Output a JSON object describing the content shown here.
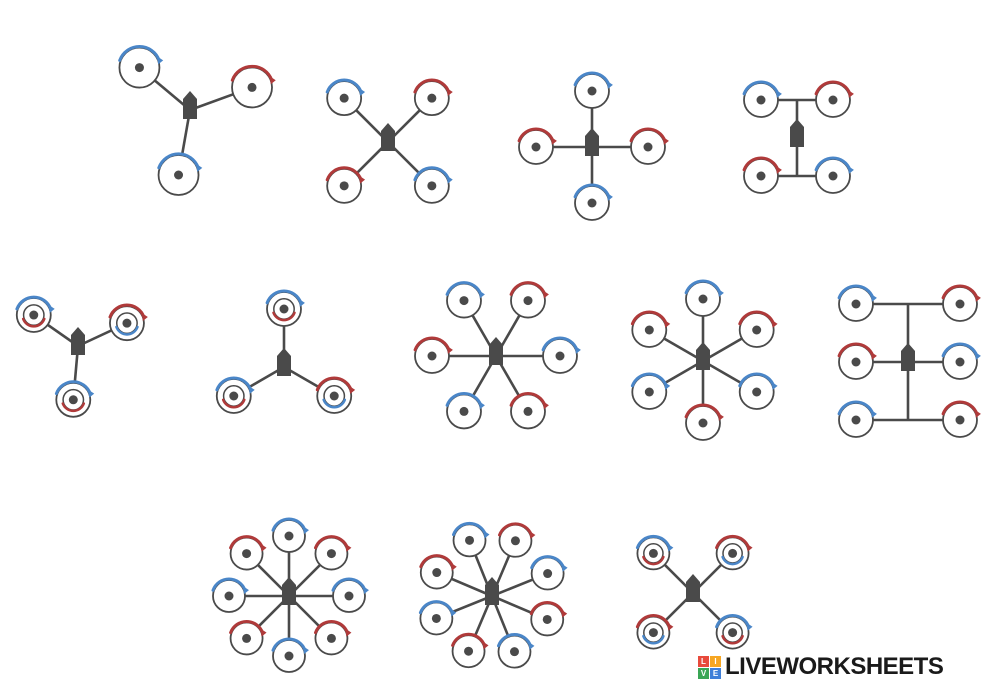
{
  "colors": {
    "frame": "#4a4a4a",
    "rotor_ring": "#4a4a4a",
    "cw_arrow": "#b03a3a",
    "ccw_arrow": "#4a86c8",
    "brand_text": "#1a1a1a",
    "brand_tiles": [
      "#e84a3c",
      "#f6a623",
      "#3aa655",
      "#3f7fd8"
    ]
  },
  "brand": {
    "name": "LIVEWORKSHEETS",
    "mark_letters": [
      "L",
      "I",
      "V",
      "E"
    ]
  },
  "diagrams": [
    {
      "id": "tricopter",
      "frame": "radial",
      "arms": 3,
      "start": -140,
      "coaxial": false
    },
    {
      "id": "quad-x",
      "frame": "radial",
      "arms": 4,
      "start": -135,
      "coaxial": false
    },
    {
      "id": "quad-plus",
      "frame": "radial",
      "arms": 4,
      "start": -90,
      "coaxial": false
    },
    {
      "id": "quad-h",
      "frame": "h",
      "rows": 2,
      "coaxial": false
    },
    {
      "id": "y6-a",
      "frame": "radial",
      "arms": 3,
      "start": -145,
      "coaxial": true
    },
    {
      "id": "y6-b",
      "frame": "radial",
      "arms": 3,
      "start": -90,
      "coaxial": true
    },
    {
      "id": "hexa-x",
      "frame": "radial",
      "arms": 6,
      "start": -120,
      "coaxial": false
    },
    {
      "id": "hexa-plus",
      "frame": "radial",
      "arms": 6,
      "start": -90,
      "coaxial": false
    },
    {
      "id": "hexa-h",
      "frame": "h",
      "rows": 3,
      "coaxial": false
    },
    {
      "id": "octo-plus",
      "frame": "radial",
      "arms": 8,
      "start": -90,
      "coaxial": false
    },
    {
      "id": "octo-x",
      "frame": "radial",
      "arms": 8,
      "start": -112,
      "coaxial": false
    },
    {
      "id": "x8-coax",
      "frame": "radial",
      "arms": 4,
      "start": -135,
      "coaxial": true
    }
  ]
}
